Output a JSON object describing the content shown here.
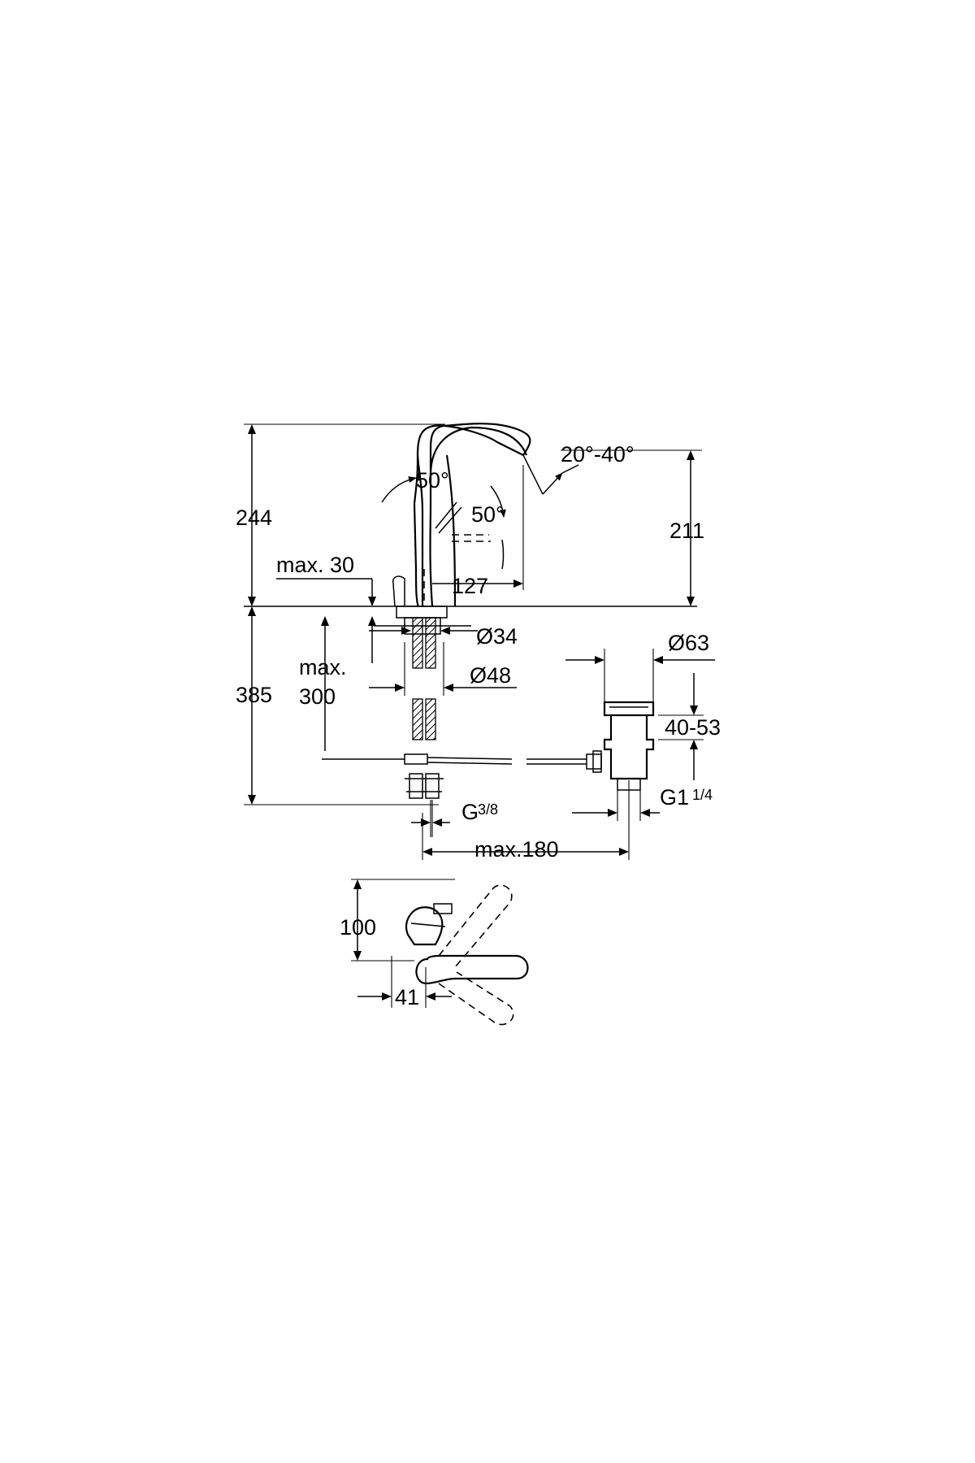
{
  "dimensions": {
    "height_total": "244",
    "height_spout": "211",
    "spout_reach": "127",
    "max_deck_thickness": "max. 30",
    "lever_angle_front": "50°",
    "lever_angle_side": "50°",
    "spout_angle": "20°-40°",
    "below_deck": "385",
    "max_depth_label_1": "max.",
    "max_depth_label_2": "300",
    "hole_dia_1": "Ø34",
    "hole_dia_2": "Ø48",
    "waste_dia": "Ø63",
    "waste_range": "40-53",
    "thread_supply": "G",
    "thread_supply_fraction": "3/8",
    "thread_waste": "G1",
    "thread_waste_fraction": "1/4",
    "max_rod": "max.180",
    "plan_depth": "100",
    "plan_offset": "41"
  },
  "icons": [
    "faucet-side-view",
    "pop-up-waste",
    "faucet-plan-view"
  ]
}
